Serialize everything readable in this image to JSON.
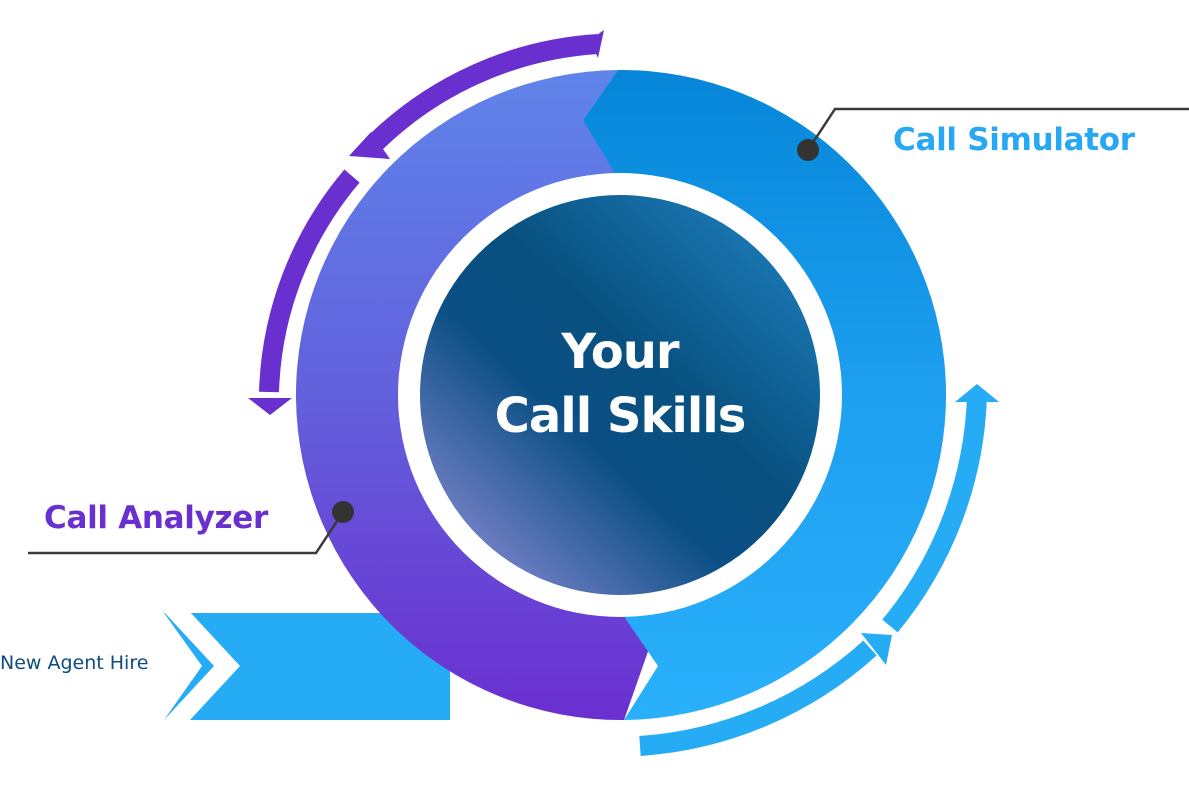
{
  "center": {
    "line1": "Your",
    "line2": "Call Skills"
  },
  "stages": {
    "simulator": "Call Simulator",
    "analyzer": "Call Analyzer",
    "hire": "New Agent Hire"
  },
  "colors": {
    "simulator_blue": "#28a8f2",
    "analyzer_purple": "#6a2fcf",
    "hire_blue": "#26abf5",
    "center_dark_blue": "#0a4e85",
    "hire_text": "#0d4d80",
    "leader_line": "#3a3a3a"
  }
}
